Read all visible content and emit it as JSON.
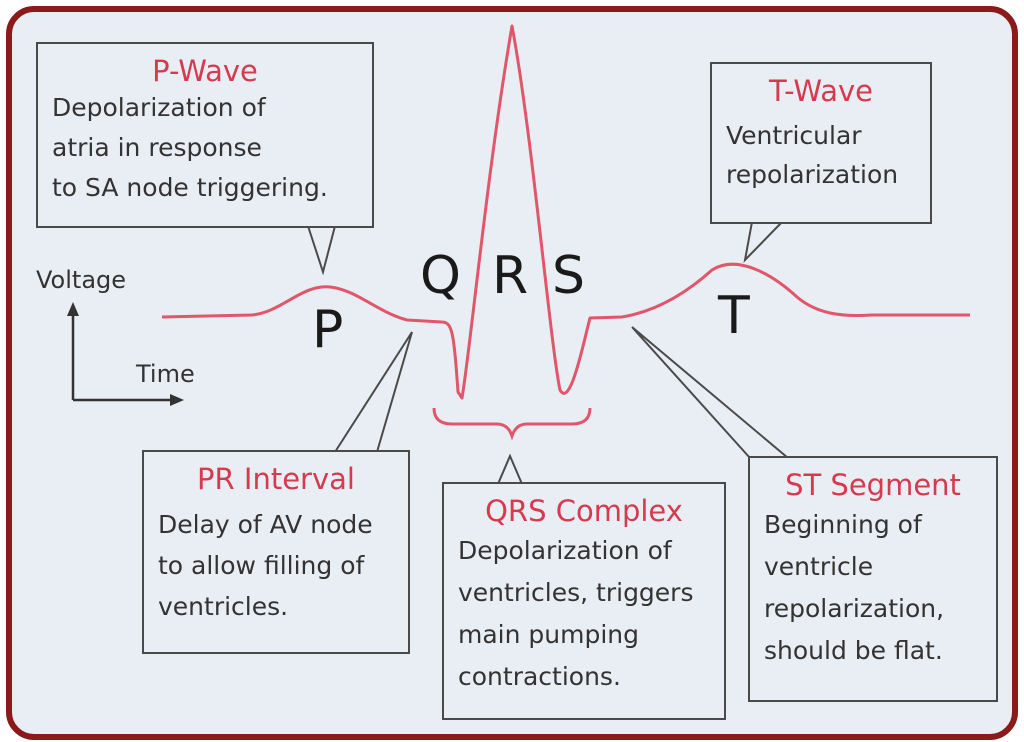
{
  "axes": {
    "y_label": "Voltage",
    "x_label": "Time"
  },
  "waves": {
    "p": "P",
    "q": "Q",
    "r": "R",
    "s": "S",
    "t": "T"
  },
  "callouts": {
    "p_wave": {
      "title": "P-Wave",
      "desc": "Depolarization of\natria in response\nto SA node triggering."
    },
    "t_wave": {
      "title": "T-Wave",
      "desc": "Ventricular\nrepolarization"
    },
    "pr_interval": {
      "title": "PR  Interval",
      "desc": "Delay of AV node\nto allow filling of\nventricles."
    },
    "qrs_complex": {
      "title": "QRS Complex",
      "desc": "Depolarization of\nventricles, triggers\nmain pumping\ncontractions."
    },
    "st_segment": {
      "title": "ST Segment",
      "desc": "Beginning of\nventricle\nrepolarization,\nshould be flat."
    }
  },
  "colors": {
    "border": "#8b1a1a",
    "trace": "#e0566a",
    "title": "#d63a4f",
    "background": "#e9edf4"
  }
}
